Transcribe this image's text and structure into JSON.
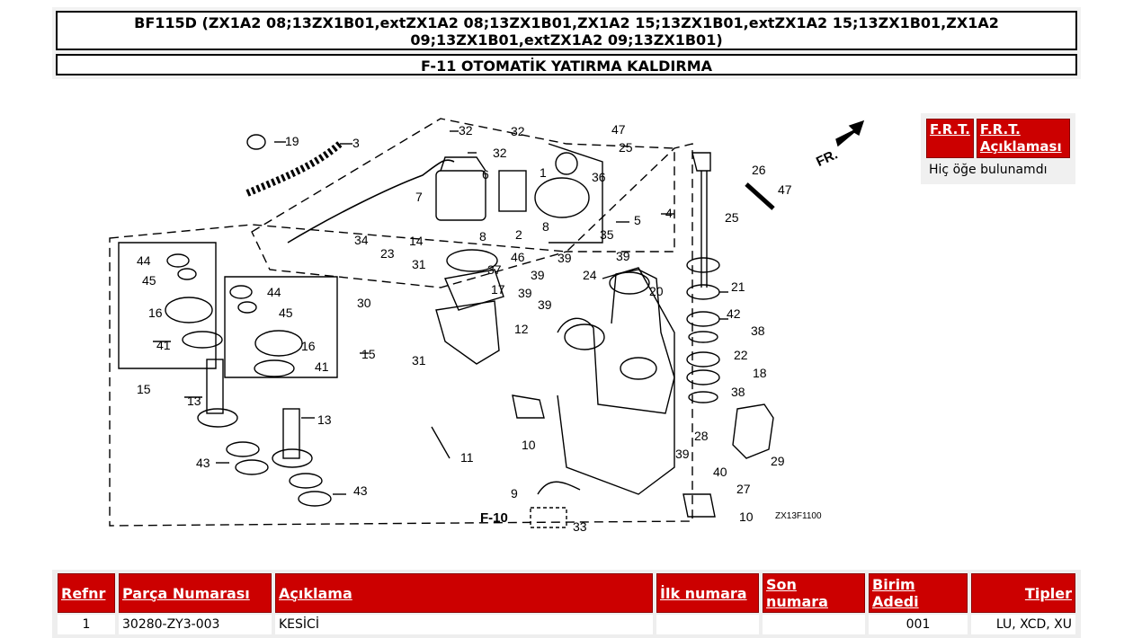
{
  "header": {
    "model_title": "BF115D (ZX1A2 08;13ZX1B01,extZX1A2 08;13ZX1B01,ZX1A2 15;13ZX1B01,extZX1A2 15;13ZX1B01,ZX1A2 09;13ZX1B01,extZX1A2 09;13ZX1B01)",
    "section_title": "F-11 OTOMATİK YATIRMA KALDIRMA"
  },
  "diagram": {
    "code": "ZX13F1100",
    "fr_label": "FR.",
    "ref_label": "F-10",
    "callouts": [
      "1",
      "2",
      "3",
      "4",
      "5",
      "6",
      "7",
      "8",
      "9",
      "10",
      "11",
      "12",
      "13",
      "14",
      "15",
      "16",
      "17",
      "18",
      "19",
      "20",
      "21",
      "22",
      "23",
      "24",
      "25",
      "26",
      "27",
      "28",
      "29",
      "30",
      "31",
      "32",
      "33",
      "34",
      "35",
      "36",
      "37",
      "38",
      "39",
      "40",
      "41",
      "42",
      "43",
      "44",
      "45",
      "46",
      "47"
    ]
  },
  "frt": {
    "col1": "F.R.T.",
    "col2": "F.R.T. Açıklaması",
    "empty_text": "Hiç öğe bulunamdı"
  },
  "parts_table": {
    "columns": [
      "Refnr",
      "Parça Numarası",
      "Açıklama",
      "İlk numara",
      "Son numara",
      "Birim Adedi",
      "Tipler"
    ],
    "rows": [
      {
        "refnr": "1",
        "part_no": "30280-ZY3-003",
        "desc": "KESİCİ",
        "first": "",
        "last": "",
        "qty": "001",
        "types": "LU, XCD, XU"
      }
    ]
  },
  "colors": {
    "header_red": "#cc0000",
    "text": "#000000"
  }
}
